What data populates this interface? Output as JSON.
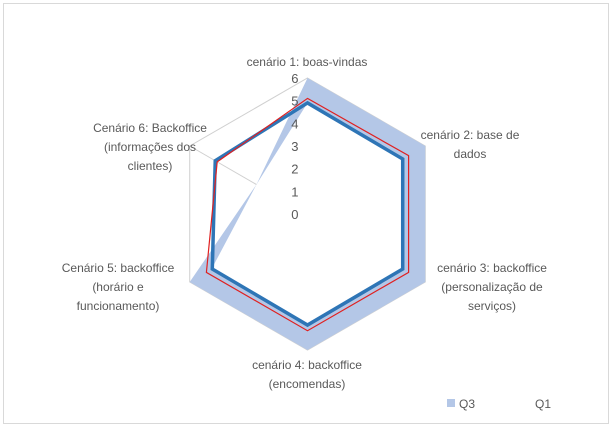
{
  "chart_data": {
    "type": "radar",
    "title": "",
    "categories": [
      [
        "cenário 1: boas-vindas"
      ],
      [
        "cenário 2: base de",
        "dados"
      ],
      [
        "cenário 3: backoffice",
        "(personalização de",
        "serviços)"
      ],
      [
        "cenário 4: backoffice",
        "(encomendas)"
      ],
      [
        "Cenário 5: backoffice",
        "(horário e",
        "funcionamento)"
      ],
      [
        "Cenário 6: Backoffice",
        "(informações dos",
        "clientes)"
      ]
    ],
    "rlim": [
      0,
      6
    ],
    "ticks": [
      "0",
      "1",
      "2",
      "3",
      "4",
      "5",
      "6"
    ],
    "series": [
      {
        "name": "Q3",
        "style": "area",
        "color": "#b4c7e7",
        "values": [
          6,
          6,
          6,
          6,
          6,
          2.6
        ]
      },
      {
        "name": "Q1",
        "style": "area",
        "color": "#ffffff",
        "values": [
          4.9,
          4.9,
          4.9,
          4.9,
          4.9,
          2.6
        ]
      },
      {
        "name": "",
        "style": "line",
        "color": "#2e75b6",
        "values": [
          4.9,
          4.85,
          4.85,
          4.9,
          4.85,
          4.7
        ]
      },
      {
        "name": "",
        "style": "line",
        "color": "#e02020",
        "values": [
          5.1,
          5.15,
          5.15,
          5.15,
          5.15,
          4.6
        ]
      }
    ],
    "legend": {
      "position": "bottom-right",
      "entries": [
        "Q3",
        "Q1"
      ]
    }
  }
}
